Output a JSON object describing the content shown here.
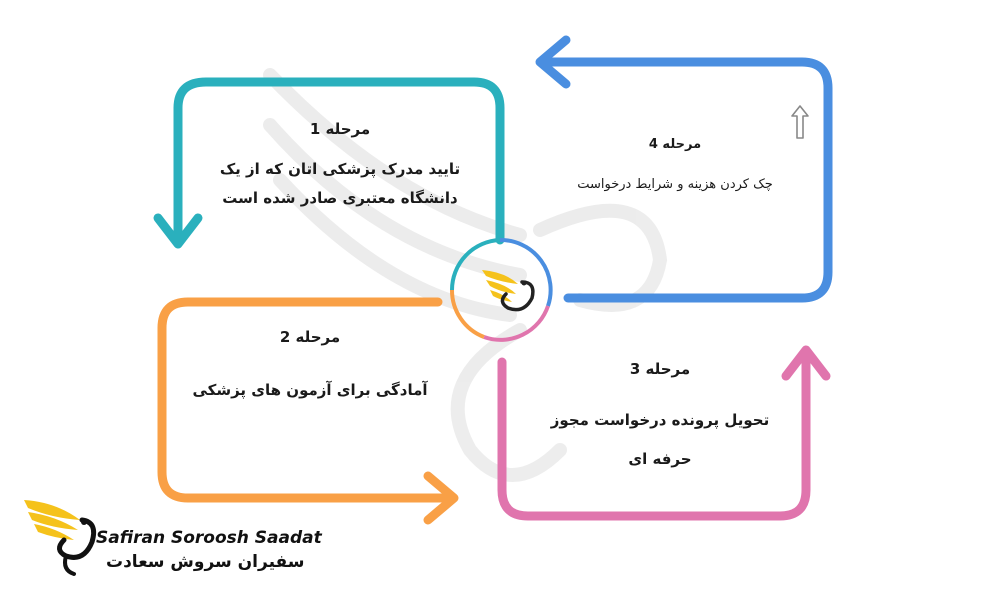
{
  "steps": [
    {
      "title": "مرحله 1",
      "body": "تایید مدرک پزشکی اتان که از یک دانشگاه معتبری صادر شده است",
      "color": "#2ab0bd"
    },
    {
      "title": "مرحله 2",
      "body": "آمادگی برای آزمون های پزشکی",
      "color": "#f9a046"
    },
    {
      "title": "مرحله 3",
      "body": "تحویل پرونده درخواست مجوز حرفه ای",
      "color": "#e075ad"
    },
    {
      "title": "مرحله 4",
      "body": "چک کردن هزینه و شرایط درخواست",
      "color": "#4a8ee0"
    }
  ],
  "brand": {
    "name_en": "Safiran Soroosh Saadat",
    "name_fa": "سفیران سروش سعادت",
    "accent": "#f5c21b"
  },
  "icons": [
    "phoenix-logo-icon",
    "up-arrow-icon"
  ]
}
